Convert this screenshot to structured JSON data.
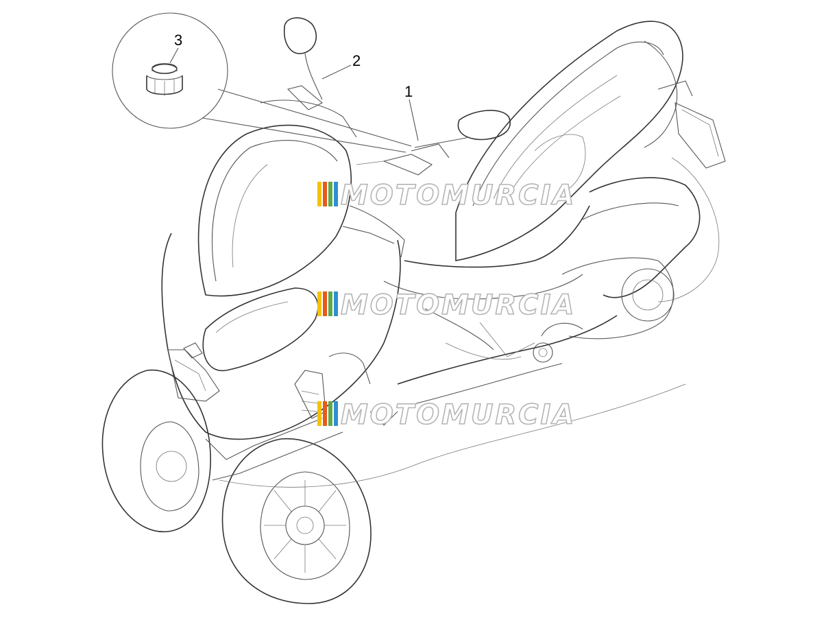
{
  "callouts": [
    {
      "id": "1",
      "label": "1"
    },
    {
      "id": "2",
      "label": "2"
    },
    {
      "id": "3",
      "label": "3"
    }
  ],
  "watermark": {
    "text": "MOTOMURCIA",
    "stripe_colors": [
      "#f3c300",
      "#e85a1a",
      "#5fa84c",
      "#2f8fcf"
    ]
  },
  "colors": {
    "line": "#555555",
    "callout": "#000000",
    "background": "#ffffff"
  }
}
